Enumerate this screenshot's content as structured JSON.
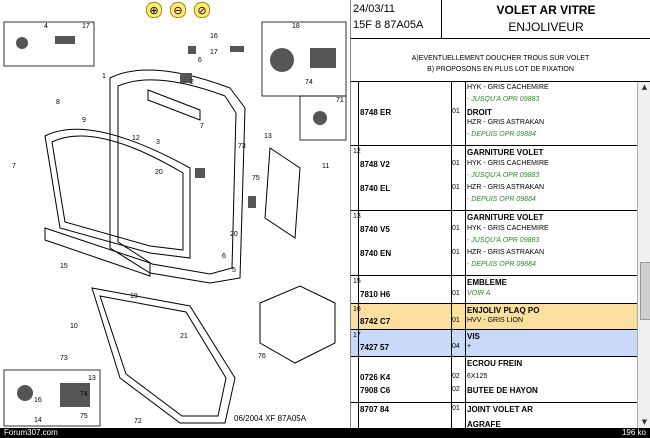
{
  "toolbar": {
    "zoom_in_icon": "⊕",
    "zoom_out_icon": "⊖",
    "zoom_fit_icon": "⊘"
  },
  "diagram": {
    "caption": "06/2004  XF 87A05A",
    "callouts": [
      "4",
      "17",
      "1",
      "18",
      "16",
      "17",
      "8",
      "9",
      "12",
      "74",
      "13",
      "71",
      "2",
      "6",
      "73",
      "3",
      "75",
      "11",
      "7",
      "7",
      "6",
      "5",
      "20",
      "15",
      "19",
      "10",
      "76",
      "72",
      "73",
      "74",
      "75",
      "21",
      "13",
      "16",
      "14",
      "20"
    ]
  },
  "header": {
    "date": "24/03/11",
    "code": "15F 8 87A05A",
    "title1": "VOLET AR VITRE",
    "title2": "ENJOLIVEUR"
  },
  "notes": {
    "line1": "A)EVENTUELLEMENT DOUCHER TROUS SUR VOLET",
    "line2": "B) PROPOSONS EN PLUS LOT DE FIXATION"
  },
  "rows": [
    {
      "pos": "",
      "lines": [
        {
          "ref": "",
          "qty": "",
          "desc": "HYK - GRIS CACHEMIRE",
          "style": ""
        },
        {
          "ref": "",
          "qty": "",
          "desc": "- JUSQU'A OPR 09883",
          "style": "g"
        },
        {
          "ref": "8748 ER",
          "qty": "01",
          "desc": "DROIT",
          "style": "b"
        },
        {
          "ref": "",
          "qty": "",
          "desc": "HZR - GRIS ASTRAKAN",
          "style": ""
        },
        {
          "ref": "",
          "qty": "",
          "desc": "- DEPUIS OPR 09884",
          "style": "g"
        }
      ]
    },
    {
      "pos": "12",
      "lines": [
        {
          "ref": "",
          "qty": "",
          "desc": "GARNITURE VOLET",
          "style": "b"
        },
        {
          "ref": "8748 V2",
          "qty": "01",
          "desc": "HYK - GRIS CACHEMIRE",
          "style": ""
        },
        {
          "ref": "",
          "qty": "",
          "desc": "- JUSQU'A OPR 09883",
          "style": "g"
        },
        {
          "ref": "8740 EL",
          "qty": "01",
          "desc": "HZR - GRIS ASTRAKAN",
          "style": ""
        },
        {
          "ref": "",
          "qty": "",
          "desc": "- DEPUIS OPR 09884",
          "style": "g"
        }
      ]
    },
    {
      "pos": "13",
      "lines": [
        {
          "ref": "",
          "qty": "",
          "desc": "GARNITURE VOLET",
          "style": "b"
        },
        {
          "ref": "8740 V5",
          "qty": "01",
          "desc": "HYK - GRIS CACHEMIRE",
          "style": ""
        },
        {
          "ref": "",
          "qty": "",
          "desc": "- JUSQU'A OPR 09883",
          "style": "g"
        },
        {
          "ref": "8740 EN",
          "qty": "01",
          "desc": "HZR - GRIS ASTRAKAN",
          "style": ""
        },
        {
          "ref": "",
          "qty": "",
          "desc": "- DEPUIS OPR 09884",
          "style": "g"
        }
      ]
    },
    {
      "pos": "15",
      "lines": [
        {
          "ref": "",
          "qty": "",
          "desc": "EMBLEME",
          "style": "b"
        },
        {
          "ref": "7810 H6",
          "qty": "01",
          "desc": "VOIR A",
          "style": "g"
        }
      ]
    },
    {
      "pos": "16",
      "highlight": "orange",
      "lines": [
        {
          "ref": "",
          "qty": "",
          "desc": "ENJOLIV PLAQ PO",
          "style": "b"
        },
        {
          "ref": "8742 C7",
          "qty": "01",
          "desc": "HVV - GRIS LION",
          "style": ""
        }
      ]
    },
    {
      "pos": "17",
      "highlight": "blue",
      "lines": [
        {
          "ref": "",
          "qty": "",
          "desc": "VIS",
          "style": "b"
        },
        {
          "ref": "7427 57",
          "qty": "04",
          "desc": "+",
          "style": ""
        }
      ]
    },
    {
      "pos": "",
      "lines": [
        {
          "ref": "",
          "qty": "",
          "desc": "ECROU FREIN",
          "style": "b"
        },
        {
          "ref": "0726 K4",
          "qty": "02",
          "desc": "6X125",
          "style": ""
        },
        {
          "ref": "7908 C6",
          "qty": "02",
          "desc": "BUTEE DE HAYON",
          "style": "b"
        }
      ]
    },
    {
      "pos": "",
      "lines": [
        {
          "ref": "8707 84",
          "qty": "01",
          "desc": "JOINT VOLET AR",
          "style": "b"
        },
        {
          "ref": "",
          "qty": "",
          "desc": "AGRAFE",
          "style": "b"
        }
      ]
    }
  ],
  "footer": {
    "left": "Forum307.com",
    "right": "196 ko"
  }
}
